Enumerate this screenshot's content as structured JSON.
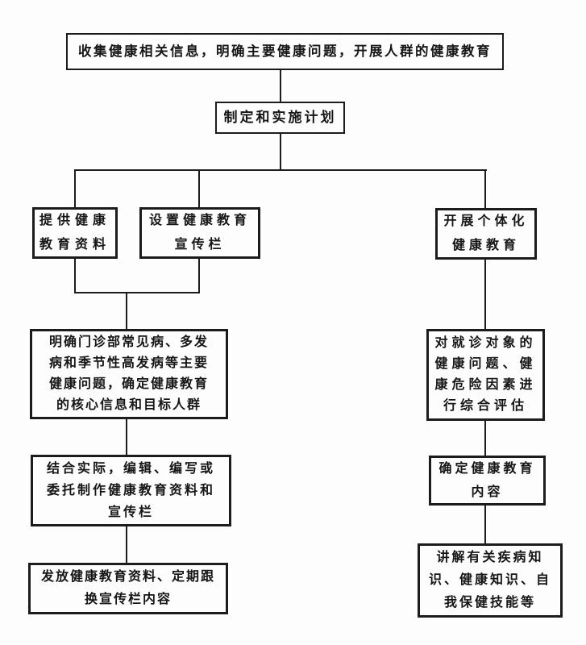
{
  "palette": {
    "ink": "#1c1c1c",
    "paper": "#fdfdfd",
    "text": "#161616"
  },
  "flowchart": {
    "nodes": {
      "collect": {
        "label": "收集健康相关信息，明确主要健康问题，开展人群的健康教育"
      },
      "plan": {
        "label": "制定和实施计划"
      },
      "provide": {
        "label": "提供健康\n教育资料"
      },
      "board": {
        "label": "设置健康教育\n宣传栏"
      },
      "individual": {
        "label": "开展个体化\n健康教育"
      },
      "identify": {
        "label": "明确门诊部常见病、多发\n病和季节性高发病等主要\n健康问题，确定健康教育\n的核心信息和目标人群"
      },
      "produce": {
        "label": "结合实际，编辑、编写或\n委托制作健康教育资料和\n宣传栏"
      },
      "distribute": {
        "label": "发放健康教育资料、定期跟\n换宣传栏内容"
      },
      "assess": {
        "label": "对就诊对象的\n健康问题、健\n康危险因素进\n行综合评估"
      },
      "content": {
        "label": "确定健康教育\n内容"
      },
      "explain": {
        "label": "讲解有关疾病知\n识、健康知识、自\n我保健技能等"
      }
    }
  }
}
